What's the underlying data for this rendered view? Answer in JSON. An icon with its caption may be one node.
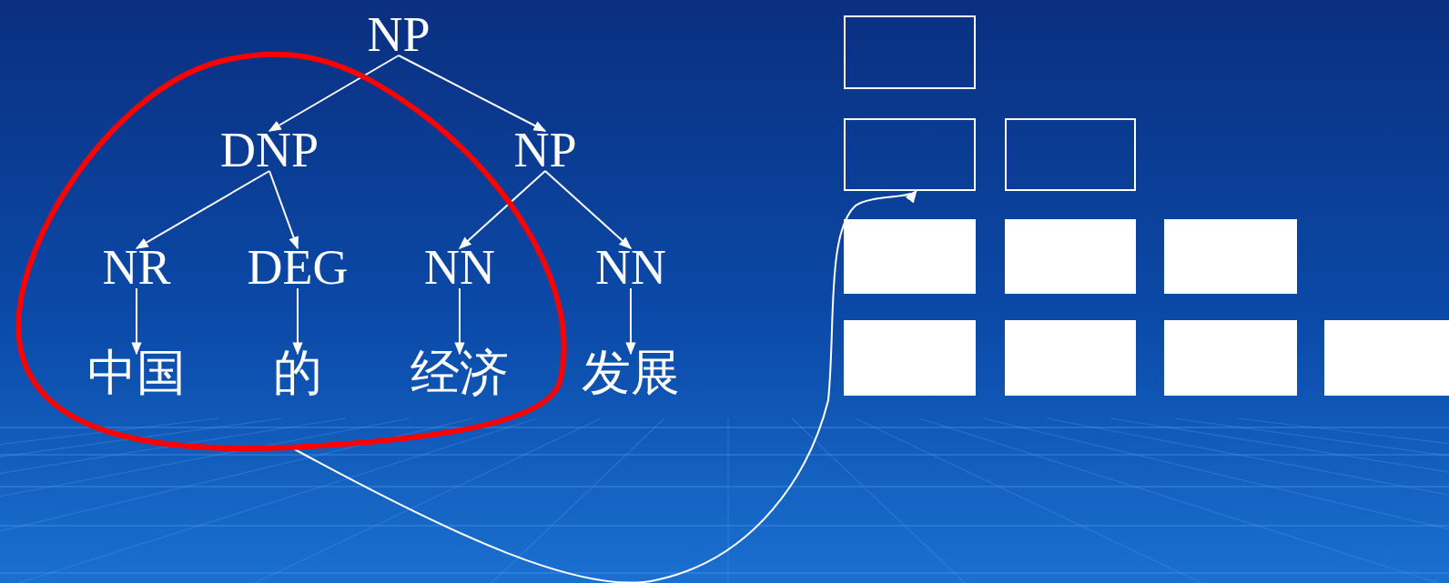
{
  "diagram": {
    "nodes": [
      {
        "text": [
          "NP"
        ]
      },
      {
        "text": [
          "DNP"
        ],
        "in": 11
      },
      {
        "text": [
          "NP"
        ]
      },
      {
        "text": [
          "NR"
        ],
        "in": 11
      },
      {
        "text": [
          "DEG"
        ],
        "in": 11
      },
      {
        "text": [
          "NN"
        ],
        "in": 11
      },
      {
        "text": [
          "NN"
        ]
      },
      {
        "text": [
          "中国"
        ],
        "in": 11
      },
      {
        "text": [
          "的"
        ],
        "in": 11
      },
      {
        "text": [
          "经济"
        ],
        "in": 11
      },
      {
        "text": [
          "发展"
        ]
      },
      {
        "text": [],
        "shape": "circle"
      },
      {
        "text": [],
        "shape": "box"
      },
      {
        "text": [],
        "shape": "box"
      },
      {
        "text": [],
        "shape": "box"
      },
      {
        "text": [],
        "shape": "box"
      },
      {
        "text": [],
        "shape": "box"
      },
      {
        "text": [],
        "shape": "box"
      },
      {
        "text": [],
        "shape": "box"
      },
      {
        "text": [],
        "shape": "box"
      },
      {
        "text": [],
        "shape": "box"
      },
      {
        "text": [],
        "shape": "box"
      }
    ],
    "edges": [
      {
        "from": 0,
        "to": 1,
        "arrow": "to"
      },
      {
        "from": 0,
        "to": 2,
        "arrow": "to"
      },
      {
        "from": 1,
        "to": 3,
        "arrow": "to"
      },
      {
        "from": 1,
        "to": 4,
        "arrow": "to"
      },
      {
        "from": 2,
        "to": 5,
        "arrow": "to"
      },
      {
        "from": 2,
        "to": 6,
        "arrow": "to"
      },
      {
        "from": 3,
        "to": 7,
        "arrow": "to"
      },
      {
        "from": 4,
        "to": 8,
        "arrow": "to"
      },
      {
        "from": 5,
        "to": 9,
        "arrow": "to"
      },
      {
        "from": 6,
        "to": 10,
        "arrow": "to"
      },
      {
        "from": 11,
        "to": 13,
        "arrow": "to"
      }
    ]
  }
}
